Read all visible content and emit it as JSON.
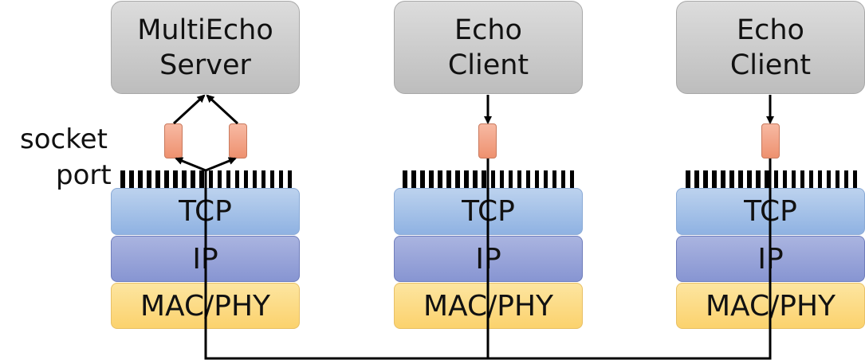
{
  "labels": {
    "socket": "socket",
    "port": "port"
  },
  "nodes": [
    {
      "app_line1": "MultiEcho",
      "app_line2": "Server",
      "tcp": "TCP",
      "ip": "IP",
      "mac": "MAC/PHY"
    },
    {
      "app_line1": "Echo",
      "app_line2": "Client",
      "tcp": "TCP",
      "ip": "IP",
      "mac": "MAC/PHY"
    },
    {
      "app_line1": "Echo",
      "app_line2": "Client",
      "tcp": "TCP",
      "ip": "IP",
      "mac": "MAC/PHY"
    }
  ],
  "colors": {
    "app": "#c8c8c8",
    "tcp": "#9dbbe6",
    "ip": "#8c9ad4",
    "mac": "#fbd677",
    "socket": "#f2a385",
    "wire": "#000000"
  }
}
